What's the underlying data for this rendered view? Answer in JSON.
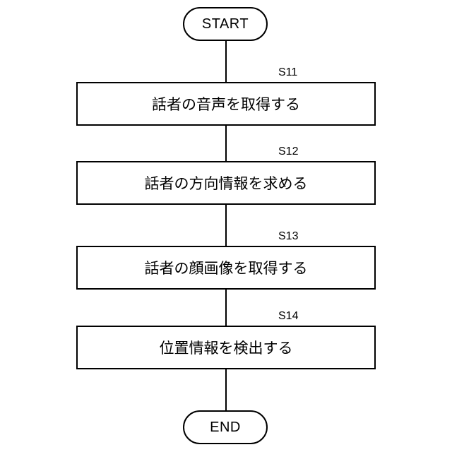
{
  "start": {
    "label": "START"
  },
  "end": {
    "label": "END"
  },
  "steps": [
    {
      "id": "S11",
      "text": "話者の音声を取得する"
    },
    {
      "id": "S12",
      "text": "話者の方向情報を求める"
    },
    {
      "id": "S13",
      "text": "話者の顔画像を取得する"
    },
    {
      "id": "S14",
      "text": "位置情報を検出する"
    }
  ]
}
